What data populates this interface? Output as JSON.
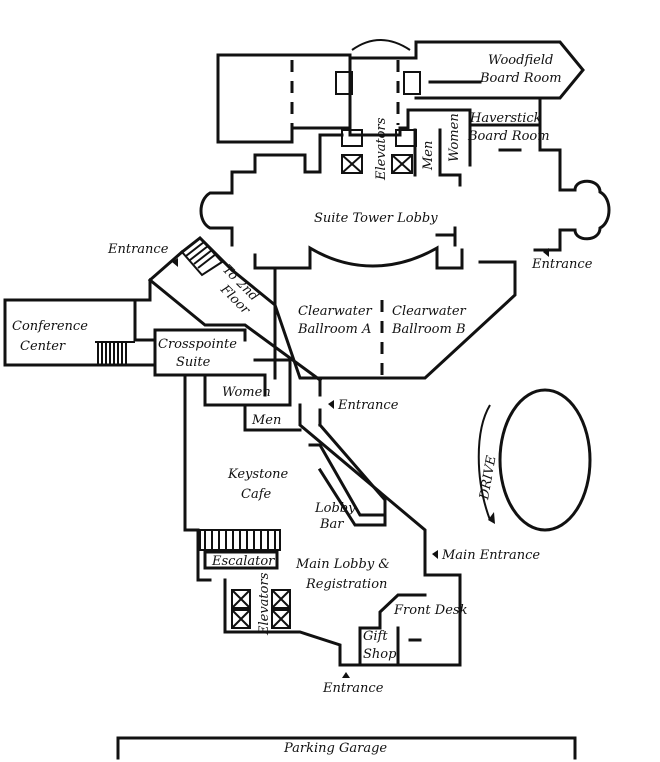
{
  "rooms": {
    "woodfield": [
      "Woodfield",
      "Board Room"
    ],
    "haverstick": [
      "Haverstick",
      "Board Room"
    ],
    "elevators_top": "Elevators",
    "men_top": "Men",
    "women_top": "Women",
    "suite_tower_lobby": "Suite Tower Lobby",
    "to_2nd_floor": [
      "To 2nd",
      "Floor"
    ],
    "conference_center": [
      "Conference",
      "Center"
    ],
    "clearwater_a": [
      "Clearwater",
      "Ballroom A"
    ],
    "clearwater_b": [
      "Clearwater",
      "Ballroom B"
    ],
    "crosspointe": [
      "Crosspointe",
      "Suite"
    ],
    "women_low": "Women",
    "men_low": "Men",
    "keystone": [
      "Keystone",
      "Cafe"
    ],
    "lobby_bar": [
      "Lobby",
      "Bar"
    ],
    "escalator": "Escalator",
    "main_lobby": [
      "Main Lobby &",
      "Registration"
    ],
    "elevators_low": "Elevators",
    "front_desk": "Front Desk",
    "gift_shop": [
      "Gift",
      "Shop"
    ],
    "parking": "Parking Garage",
    "drive": "DRIVE"
  },
  "entrances": {
    "nw": "Entrance",
    "east": "Entrance",
    "mid": "Entrance",
    "main": "Main Entrance",
    "south": "Entrance"
  }
}
